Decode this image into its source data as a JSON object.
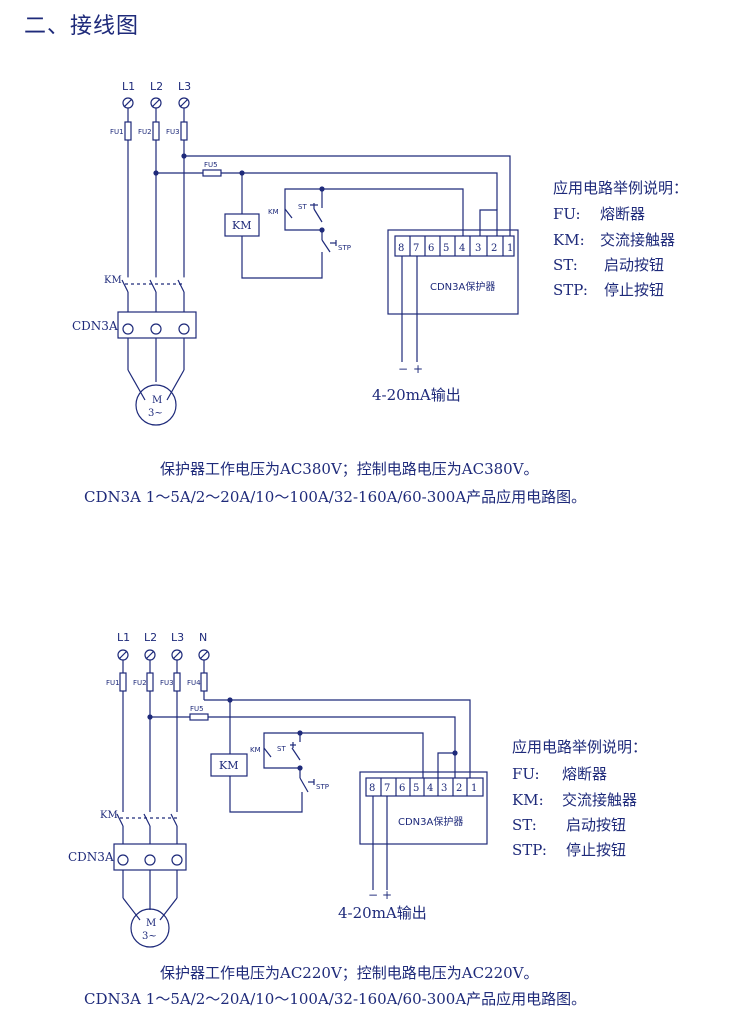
{
  "heading": "二、接线图",
  "diagrams": [
    {
      "phases": [
        "L1",
        "L2",
        "L3"
      ],
      "fuses": [
        "FU1",
        "FU2",
        "FU3"
      ],
      "fu5": "FU5",
      "km_box": "KM",
      "km_small": "KM",
      "km_contact": "KM",
      "st": "ST",
      "stp": "STP",
      "device": "CDN3A",
      "motor_m": "M",
      "motor_phase": "3~",
      "terminals": [
        "8",
        "7",
        "6",
        "5",
        "4",
        "3",
        "2",
        "1"
      ],
      "protector": "CDN3A保护器",
      "minus": "−",
      "plus": "+",
      "output": "4-20mA输出",
      "legend": {
        "title": "应用电路举例说明：",
        "items": [
          {
            "key": "FU:",
            "value": "熔断器"
          },
          {
            "key": "KM:",
            "value": "交流接触器"
          },
          {
            "key": "ST:",
            "value": "启动按钮"
          },
          {
            "key": "STP:",
            "value": "停止按钮"
          }
        ]
      },
      "caption1": "保护器工作电压为AC380V；控制电路电压为AC380V。",
      "caption2": "CDN3A 1～5A/2～20A/10～100A/32-160A/60-300A产品应用电路图。"
    },
    {
      "phases": [
        "L1",
        "L2",
        "L3",
        "N"
      ],
      "fuses": [
        "FU1",
        "FU2",
        "FU3",
        "FU4"
      ],
      "fu5": "FU5",
      "km_box": "KM",
      "km_small": "KM",
      "km_contact": "KM",
      "st": "ST",
      "stp": "STP",
      "device": "CDN3A",
      "motor_m": "M",
      "motor_phase": "3~",
      "terminals": [
        "8",
        "7",
        "6",
        "5",
        "4",
        "3",
        "2",
        "1"
      ],
      "protector": "CDN3A保护器",
      "minus": "−",
      "plus": "+",
      "output": "4-20mA输出",
      "legend": {
        "title": "应用电路举例说明：",
        "items": [
          {
            "key": "FU:",
            "value": "熔断器"
          },
          {
            "key": "KM:",
            "value": "交流接触器"
          },
          {
            "key": "ST:",
            "value": "启动按钮"
          },
          {
            "key": "STP:",
            "value": "停止按钮"
          }
        ]
      },
      "caption1": "保护器工作电压为AC220V；控制电路电压为AC220V。",
      "caption2": "CDN3A 1～5A/2～20A/10～100A/32-160A/60-300A产品应用电路图。"
    }
  ]
}
